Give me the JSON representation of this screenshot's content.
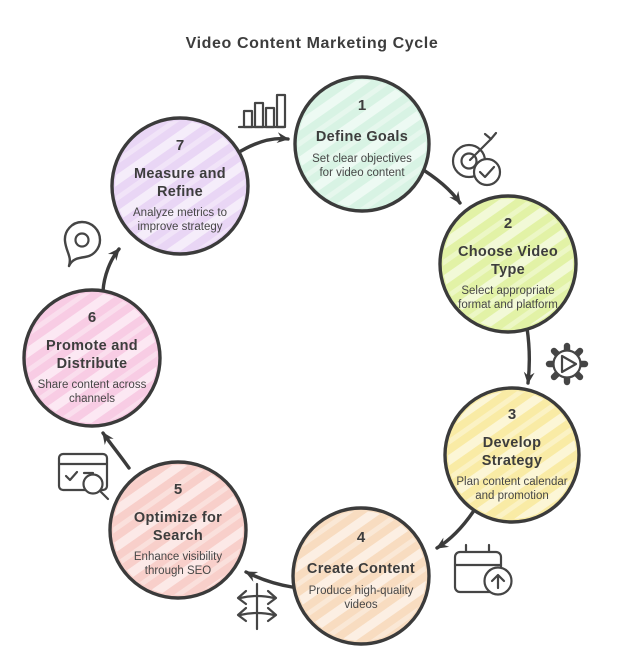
{
  "title": "Video Content Marketing Cycle",
  "colors": {
    "ink": "#3b3b3b",
    "background": "#ffffff"
  },
  "steps": [
    {
      "number": "1",
      "title1": "Define Goals",
      "desc1": "Set clear objectives",
      "desc2": "for video content",
      "color": "#d8f3e4"
    },
    {
      "number": "2",
      "title1": "Choose Video",
      "title2": "Type",
      "desc1": "Select appropriate",
      "desc2": "format and platform",
      "color": "#e2f2a6"
    },
    {
      "number": "3",
      "title1": "Develop",
      "title2": "Strategy",
      "desc1": "Plan content calendar",
      "desc2": "and promotion",
      "color": "#f9eba5"
    },
    {
      "number": "4",
      "title1": "Create Content",
      "desc1": "Produce high-quality",
      "desc2": "videos",
      "color": "#f8dcc0"
    },
    {
      "number": "5",
      "title1": "Optimize for",
      "title2": "Search",
      "desc1": "Enhance visibility",
      "desc2": "through SEO",
      "color": "#f8cfca"
    },
    {
      "number": "6",
      "title1": "Promote and",
      "title2": "Distribute",
      "desc1": "Share content across",
      "desc2": "channels",
      "color": "#f8cce4"
    },
    {
      "number": "7",
      "title1": "Measure and",
      "title2": "Refine",
      "desc1": "Analyze metrics to",
      "desc2": "improve strategy",
      "color": "#e9d6f5"
    }
  ],
  "icons": [
    {
      "name": "bar-chart-icon"
    },
    {
      "name": "target-check-icon"
    },
    {
      "name": "gear-play-icon"
    },
    {
      "name": "calendar-upload-icon"
    },
    {
      "name": "move-arrows-icon"
    },
    {
      "name": "search-check-icon"
    },
    {
      "name": "pin-icon"
    }
  ]
}
